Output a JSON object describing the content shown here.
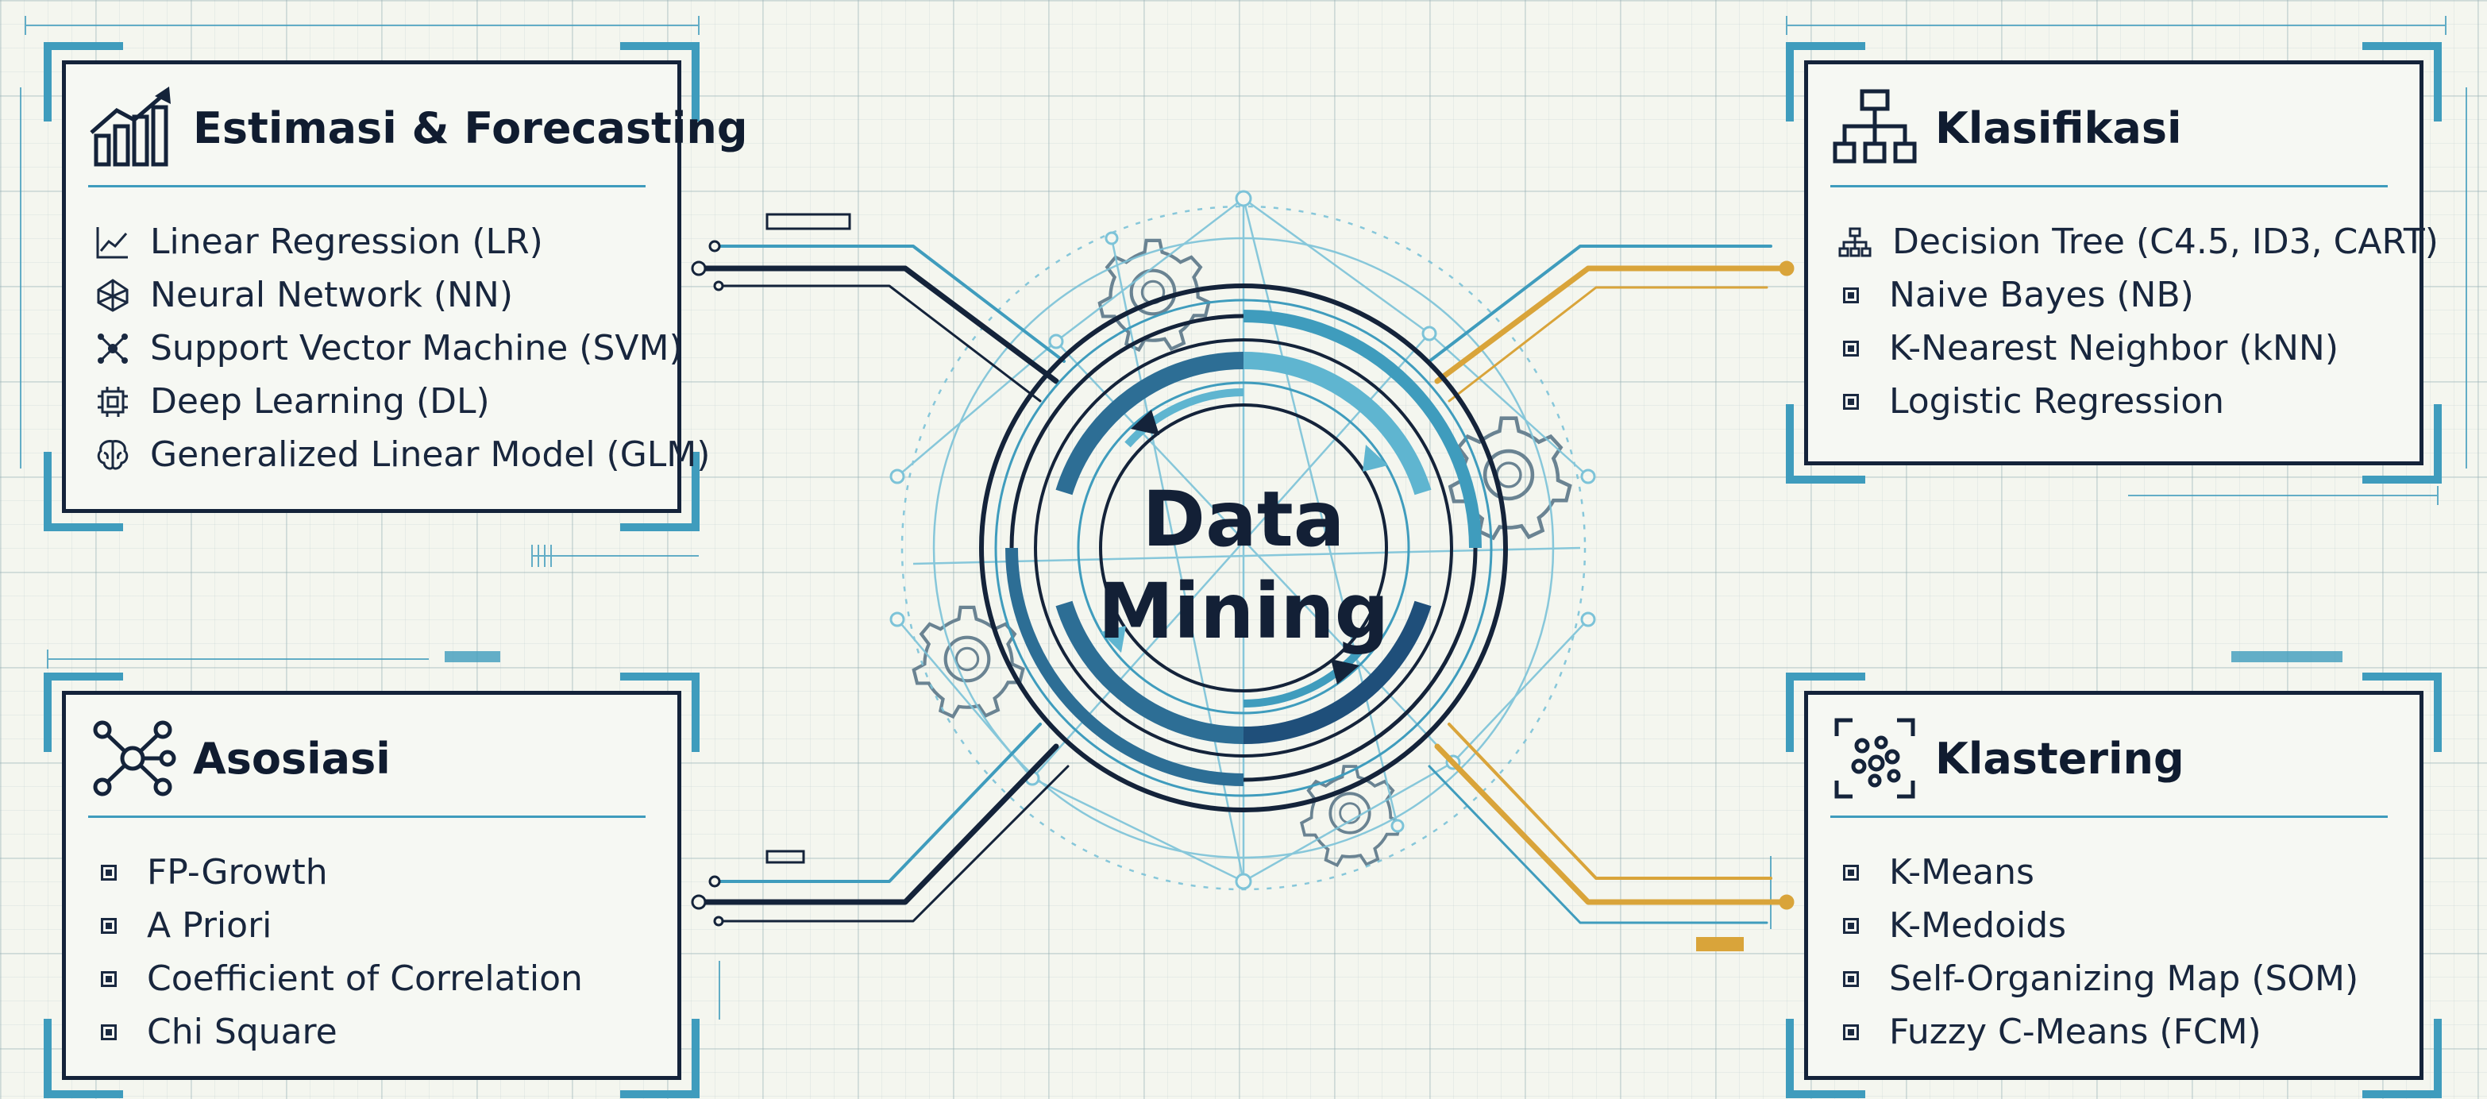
{
  "center": {
    "line1": "Data",
    "line2": "Mining"
  },
  "panels": {
    "estimasi": {
      "title": "Estimasi & Forecasting",
      "icon": "growth-chart-icon",
      "items": [
        {
          "label": "Linear Regression (LR)",
          "icon": "line-chart-icon"
        },
        {
          "label": "Neural Network (NN)",
          "icon": "network-icon"
        },
        {
          "label": "Support Vector Machine (SVM)",
          "icon": "vector-icon"
        },
        {
          "label": "Deep Learning (DL)",
          "icon": "chip-icon"
        },
        {
          "label": "Generalized Linear Model (GLM)",
          "icon": "brain-icon"
        }
      ]
    },
    "klasifikasi": {
      "title": "Klasifikasi",
      "icon": "hierarchy-icon",
      "items": [
        {
          "label": "Decision Tree (C4.5, ID3, CART)",
          "icon": "tree-icon"
        },
        {
          "label": "Naive Bayes (NB)",
          "icon": "square-bullet"
        },
        {
          "label": "K-Nearest Neighbor (kNN)",
          "icon": "square-bullet"
        },
        {
          "label": "Logistic Regression",
          "icon": "square-bullet"
        }
      ]
    },
    "asosiasi": {
      "title": "Asosiasi",
      "icon": "association-network-icon",
      "items": [
        {
          "label": "FP-Growth",
          "icon": "square-bullet"
        },
        {
          "label": "A Priori",
          "icon": "square-bullet"
        },
        {
          "label": "Coefficient of Correlation",
          "icon": "square-bullet"
        },
        {
          "label": "Chi Square",
          "icon": "square-bullet"
        }
      ]
    },
    "klastering": {
      "title": "Klastering",
      "icon": "cluster-icon",
      "items": [
        {
          "label": "K-Means",
          "icon": "square-bullet"
        },
        {
          "label": "K-Medoids",
          "icon": "square-bullet"
        },
        {
          "label": "Self-Organizing Map (SOM)",
          "icon": "square-bullet"
        },
        {
          "label": "Fuzzy C-Means (FCM)",
          "icon": "square-bullet"
        }
      ]
    }
  },
  "colors": {
    "navy": "#14233a",
    "teal": "#3f9cbd",
    "light_teal": "#7cc3d8",
    "gold": "#d9a43a",
    "background": "#f4f6ef"
  }
}
